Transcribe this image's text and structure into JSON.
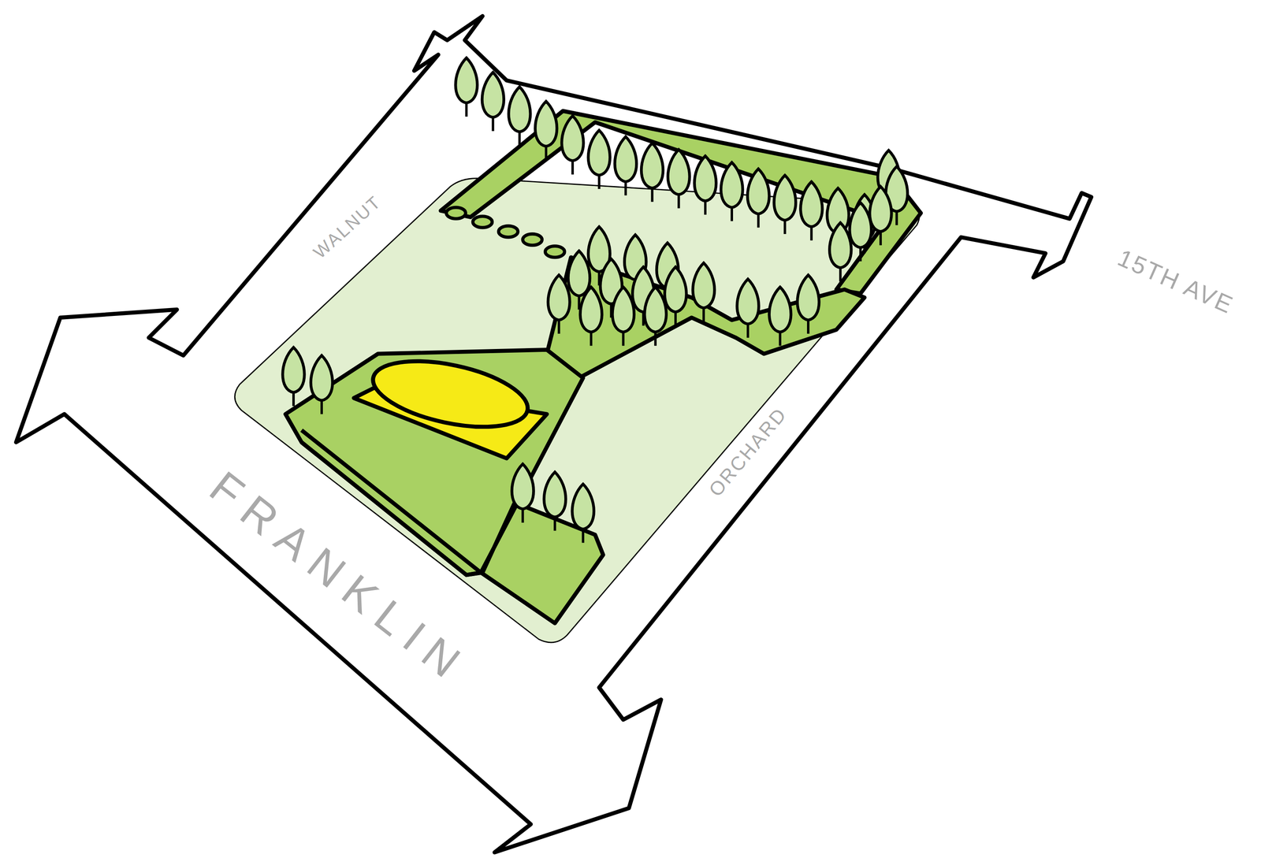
{
  "diagram": {
    "labels": [
      "WALNUT",
      "15TH AVE",
      "ORCHARD",
      "FRANKLIN"
    ]
  }
}
